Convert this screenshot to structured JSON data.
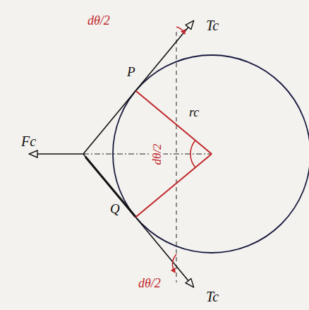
{
  "diagram": {
    "labels": [
      "dθ/2",
      "Tc",
      "P",
      "rc",
      "dθ/2",
      "Fc",
      "Q",
      "dθ/2",
      "Tc"
    ]
  }
}
